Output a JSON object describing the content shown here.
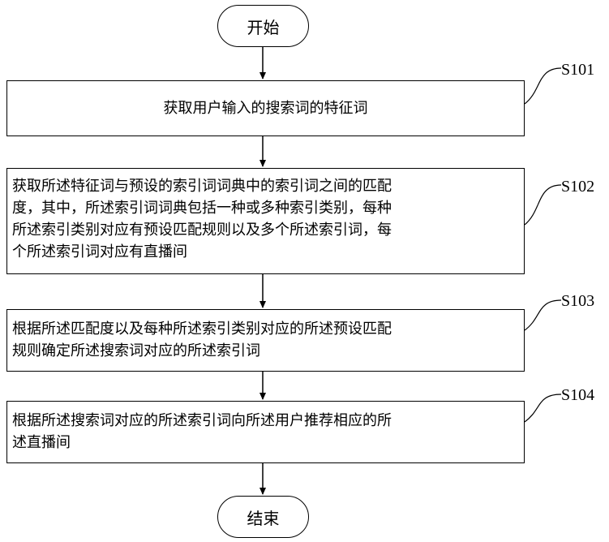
{
  "start_label": "开始",
  "end_label": "结束",
  "steps": [
    {
      "id": "S101",
      "lines": [
        "获取用户输入的搜索词的特征词"
      ]
    },
    {
      "id": "S102",
      "lines": [
        "获取所述特征词与预设的索引词词典中的索引词之间的匹配",
        "度，其中，所述索引词词典包括一种或多种索引类别，每种",
        "所述索引类别对应有预设匹配规则以及多个所述索引词，每",
        "个所述索引词对应有直播间"
      ]
    },
    {
      "id": "S103",
      "lines": [
        "根据所述匹配度以及每种所述索引类别对应的所述预设匹配",
        "规则确定所述搜索词对应的所述索引词"
      ]
    },
    {
      "id": "S104",
      "lines": [
        "根据所述搜索词对应的所述索引词向所述用户推荐相应的所",
        "述直播间"
      ]
    }
  ]
}
